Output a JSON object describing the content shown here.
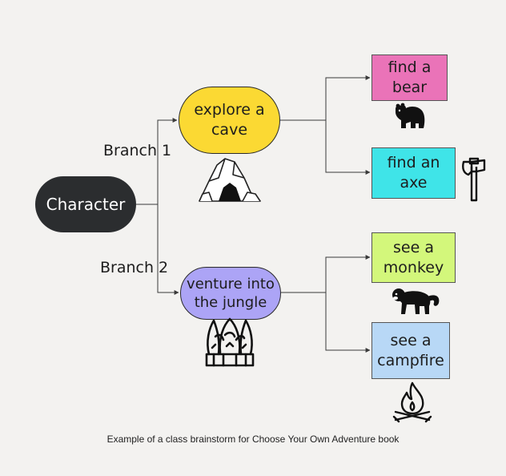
{
  "nodes": {
    "character": "Character",
    "cave": "explore a cave",
    "jungle": "venture into the jungle",
    "bear": "find a bear",
    "axe": "find an axe",
    "monkey": "see a monkey",
    "campfire": "see a campfire"
  },
  "branches": {
    "branch_1": "Branch 1",
    "branch_2": "Branch 2"
  },
  "caption": "Example of a class brainstorm for Choose Your Own Adventure book",
  "icons": [
    "cave-icon",
    "jungle-icon",
    "bear-icon",
    "axe-icon",
    "monkey-icon",
    "campfire-icon"
  ],
  "colors": {
    "character": "#2b2d2f",
    "cave": "#fbd933",
    "jungle": "#aca4f6",
    "bear": "#ea73b8",
    "axe": "#3fe4e8",
    "monkey": "#d3f77b",
    "campfire": "#b8d8f6",
    "connector": "#3a3a3a"
  }
}
